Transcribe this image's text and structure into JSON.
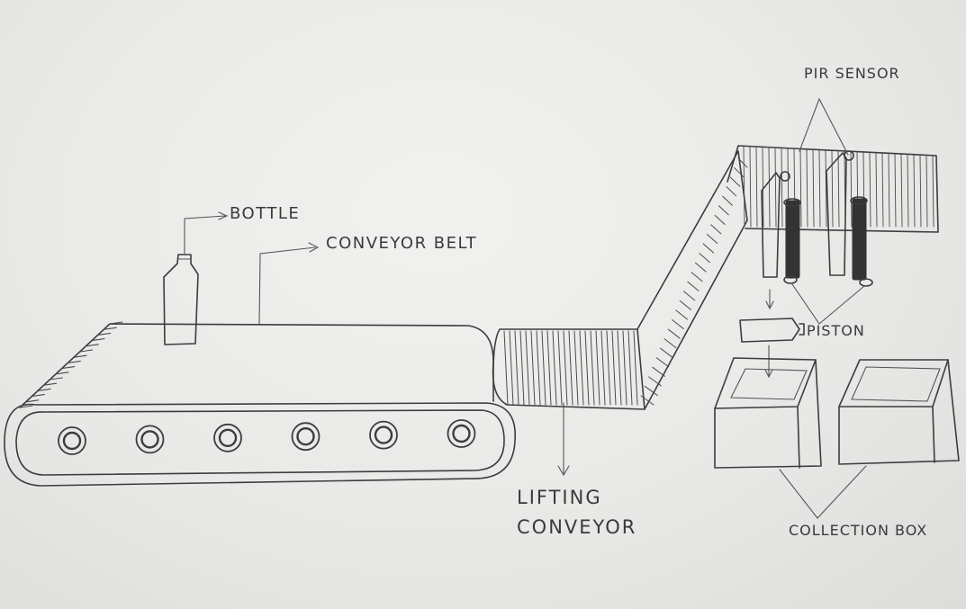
{
  "labels": {
    "bottle": "BOTTLE",
    "conveyor_belt": "CONVEYOR BELT",
    "lifting_conveyor": "LIFTING\nCONVEYOR",
    "pir_sensor": "PIR SENSOR",
    "piston": "PISTON",
    "collection_box": "COLLECTION BOX"
  },
  "components": {
    "rollers": 6,
    "sensors": 2,
    "pistons": 2,
    "collection_boxes": 2
  }
}
